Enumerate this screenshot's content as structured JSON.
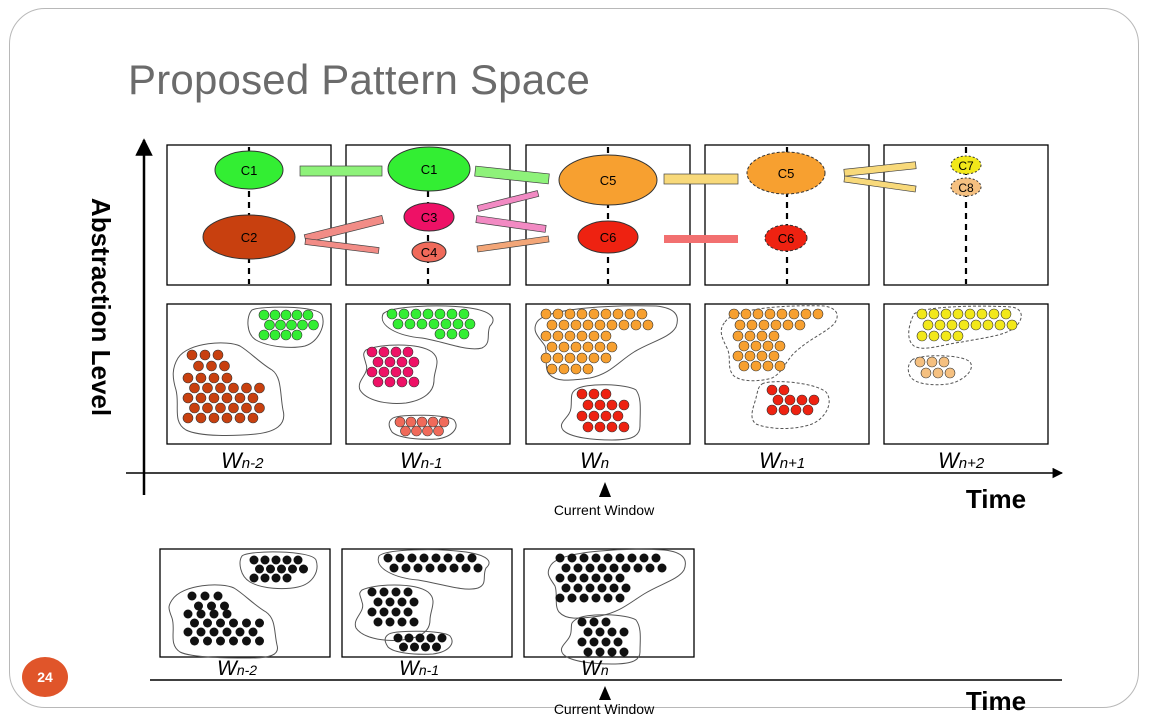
{
  "slide": {
    "title": "Proposed Pattern Space",
    "page_number": "24"
  },
  "diagram": {
    "y_axis_label": "Abstraction Level",
    "time_label": "Time",
    "current_window_label": "Current Window",
    "window_labels": [
      {
        "base": "W",
        "sub": "n-2"
      },
      {
        "base": "W",
        "sub": "n-1"
      },
      {
        "base": "W",
        "sub": "n"
      },
      {
        "base": "W",
        "sub": "n+1"
      },
      {
        "base": "W",
        "sub": "n+2"
      }
    ],
    "cluster_labels": [
      "C1",
      "C2",
      "C1",
      "C3",
      "C4",
      "C5",
      "C6",
      "C5",
      "C6",
      "C7",
      "C8"
    ],
    "bottom_window_labels": [
      {
        "base": "W",
        "sub": "n-2"
      },
      {
        "base": "W",
        "sub": "n-1"
      },
      {
        "base": "W",
        "sub": "n"
      }
    ],
    "bottom_time_label": "Time",
    "bottom_current_window_label": "Current Window"
  },
  "colors": {
    "green": "#33ee33",
    "rust": "#c8400f",
    "magenta": "#ee1166",
    "salmon": "#f06a5a",
    "orange": "#f7a030",
    "red": "#ee2211",
    "yellow": "#f2e81a",
    "peach": "#f5c080",
    "badge": "#e0552a"
  }
}
